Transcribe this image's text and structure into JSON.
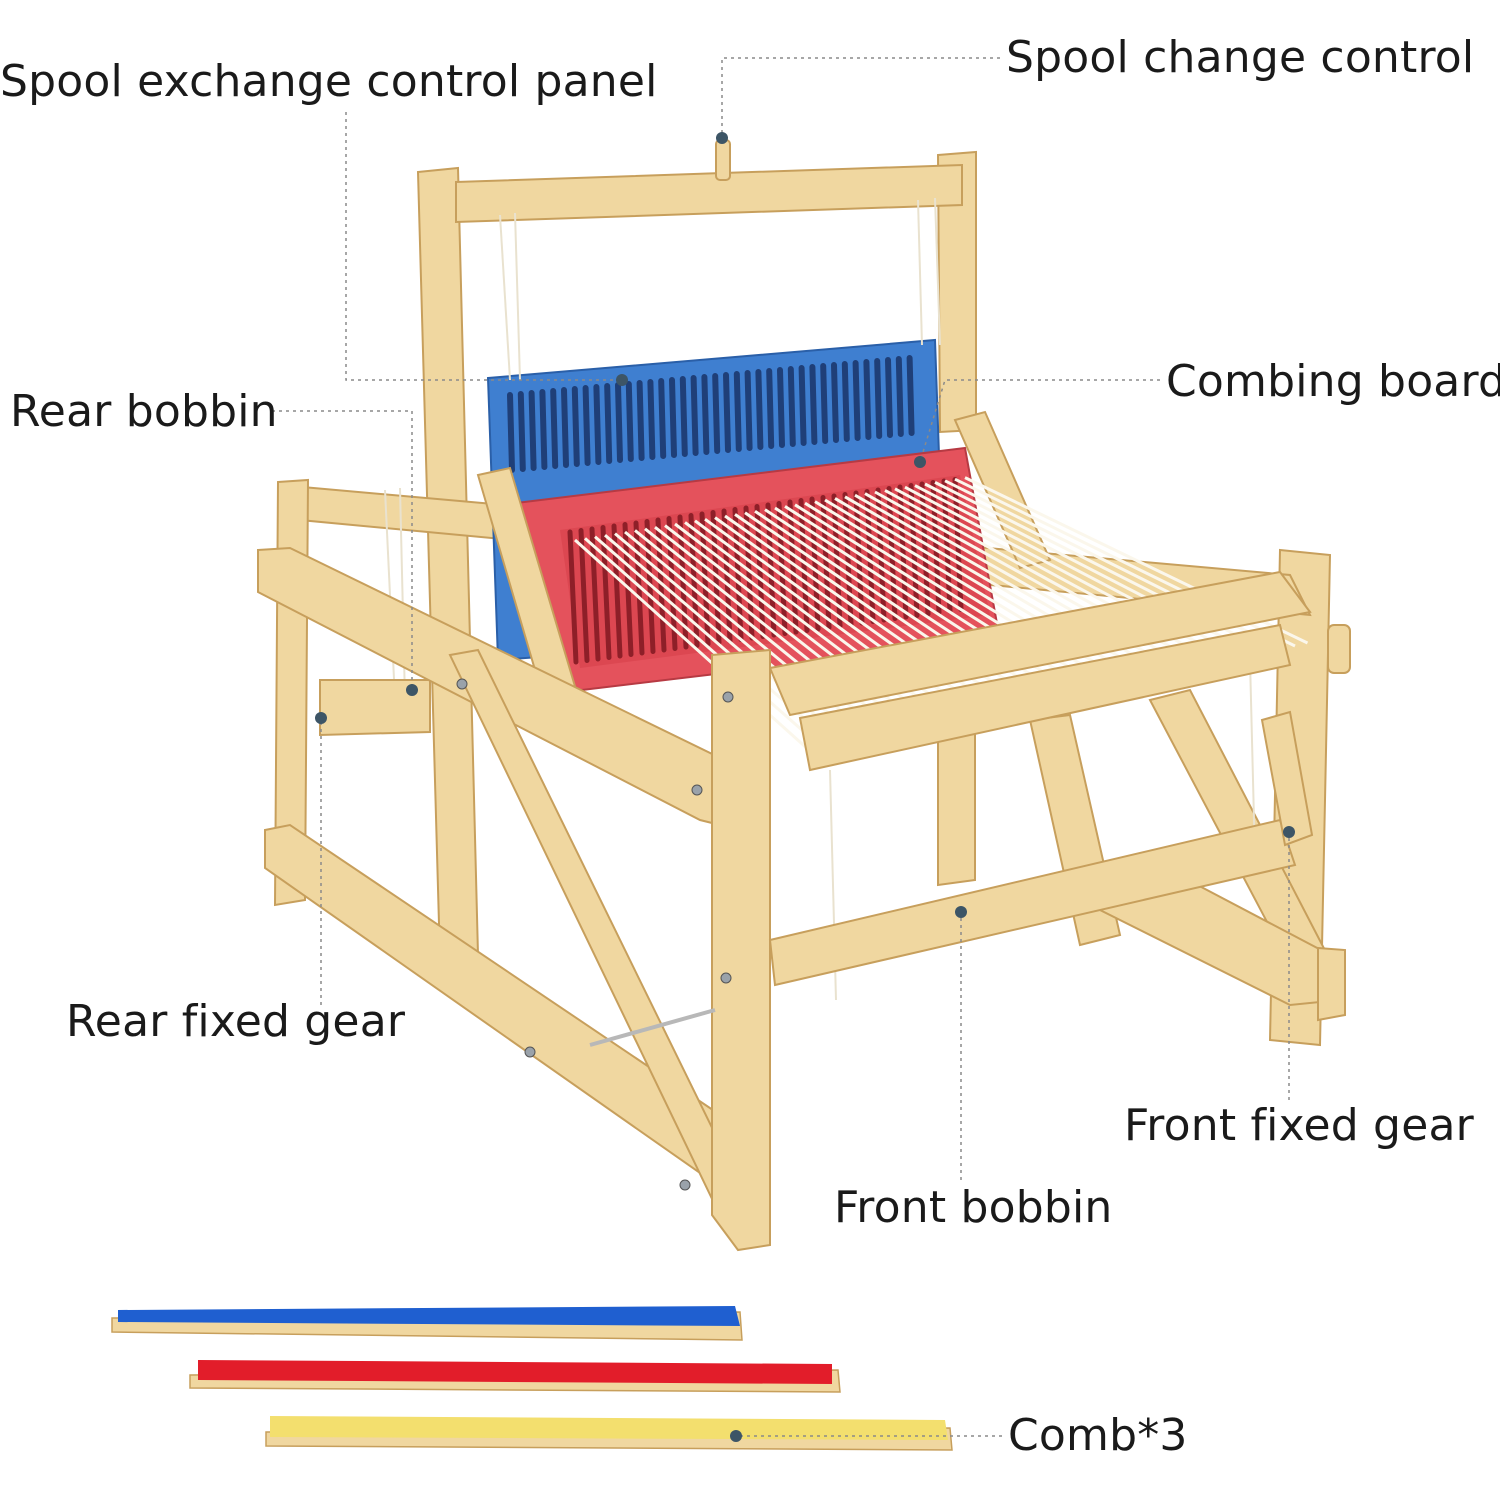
{
  "labels": {
    "spool_exchange_control_panel": "Spool exchange control panel",
    "spool_change_control": "Spool change control",
    "rear_bobbin": "Rear bobbin",
    "combing_board": "Combing board",
    "rear_fixed_gear": "Rear fixed gear",
    "front_fixed_gear": "Front fixed gear",
    "front_bobbin": "Front bobbin",
    "comb_count": "Comb*3"
  },
  "colors": {
    "wood": "#f0d7a0",
    "wood_dark": "#d9b678",
    "wood_edge": "#c79f5c",
    "blue_board": "#3f7fd0",
    "red_board": "#e4525c",
    "yarn_blue": "#1f5fd0",
    "yarn_red": "#e21d2a",
    "yarn_yellow": "#f3df6e",
    "thread": "#fbf7ec",
    "leader_line": "#8a8a8a",
    "dot": "#3d5566"
  }
}
